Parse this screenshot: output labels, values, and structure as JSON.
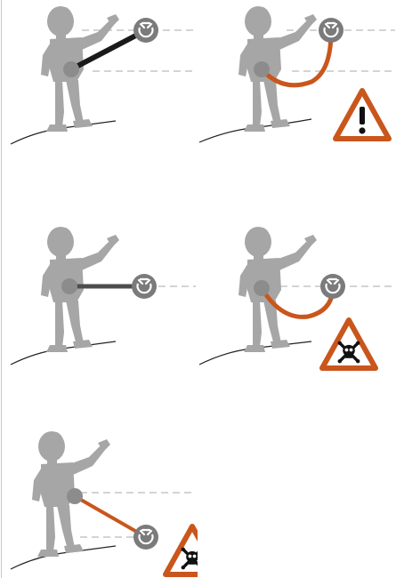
{
  "colors": {
    "figure": "#a6a6a6",
    "anchor": "#7b7b7b",
    "harness_point": "#8c8c8c",
    "rope_safe": "#1a1a1a",
    "rope_level": "#4d4d4d",
    "rope_risky": "#c9561c",
    "warning_triangle": "#c9561c",
    "ground": "#222222",
    "guide_line": "#aaaaaa"
  },
  "panels": [
    {
      "id": "anchor-above-taut",
      "rope": "safe",
      "warning": "none"
    },
    {
      "id": "anchor-above-slack",
      "rope": "risky",
      "warning": "exclamation-icon"
    },
    {
      "id": "anchor-level-taut",
      "rope": "level",
      "warning": "none"
    },
    {
      "id": "anchor-level-slack",
      "rope": "risky",
      "warning": "skull-crossbones-icon"
    },
    {
      "id": "anchor-below",
      "rope": "risky",
      "warning": "skull-crossbones-icon"
    }
  ]
}
